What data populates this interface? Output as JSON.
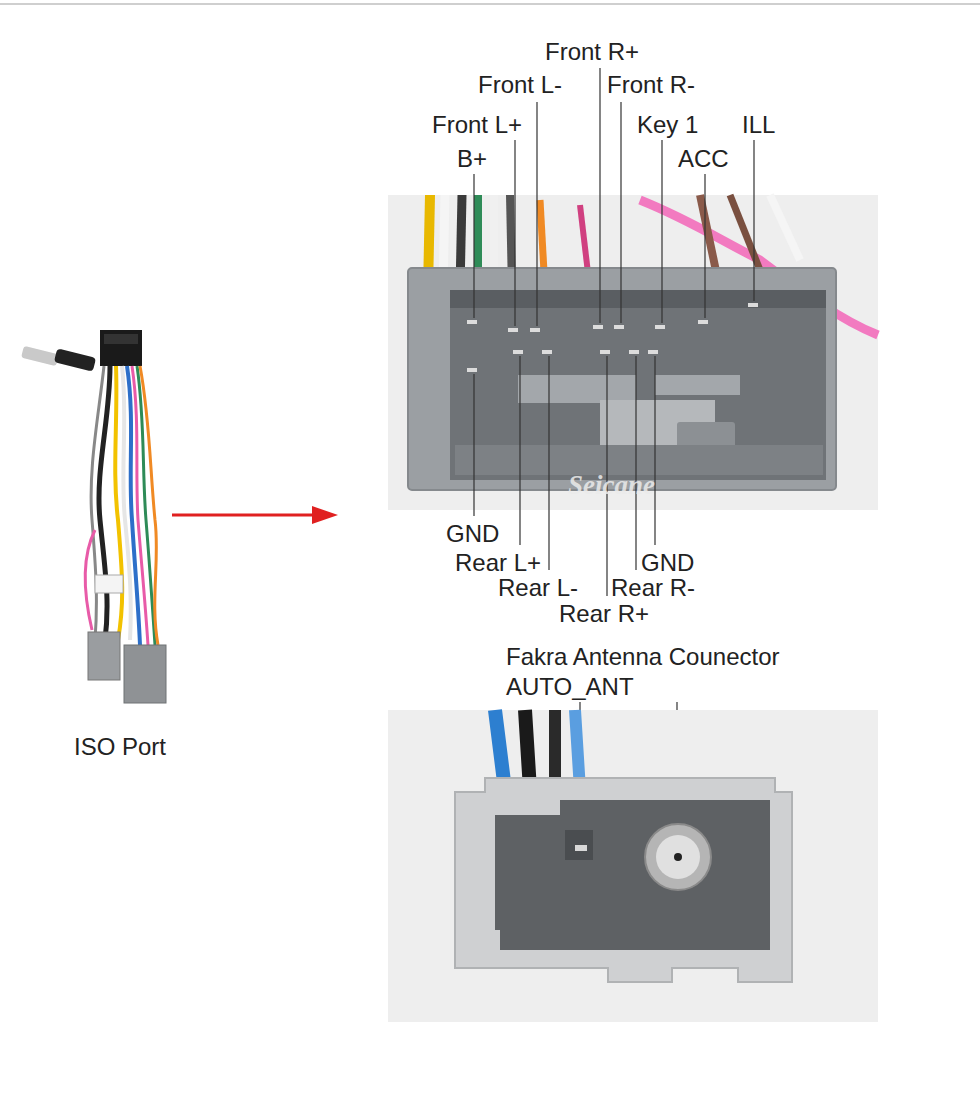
{
  "diagram": {
    "labels": [
      "Front R+",
      "Front L-",
      "Front R-",
      "Front L+",
      "Key 1",
      "ILL",
      "B+",
      "ACC",
      "GND",
      "Rear L+",
      "GND",
      "Rear L-",
      "Rear R-",
      "Rear R+",
      "Fakra Antenna Counector",
      "AUTO_ANT",
      "ISO Port",
      "Seicane"
    ]
  }
}
